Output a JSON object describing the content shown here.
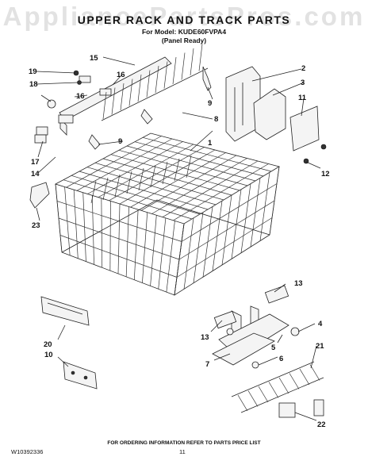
{
  "header": {
    "watermark": "AppliancePartsPros.com",
    "title": "UPPER RACK AND TRACK PARTS",
    "model_line": "For Model: KUDE60FVPA4",
    "panel_line": "(Panel Ready)"
  },
  "callouts": [
    "1",
    "2",
    "3",
    "4",
    "5",
    "6",
    "7",
    "8",
    "9",
    "9",
    "10",
    "11",
    "12",
    "13",
    "13",
    "14",
    "15",
    "16",
    "16",
    "17",
    "18",
    "19",
    "20",
    "21",
    "22",
    "23"
  ],
  "footer": {
    "note": "FOR ORDERING INFORMATION REFER TO PARTS PRICE LIST",
    "doc_id": "W10392336",
    "page": "11"
  }
}
